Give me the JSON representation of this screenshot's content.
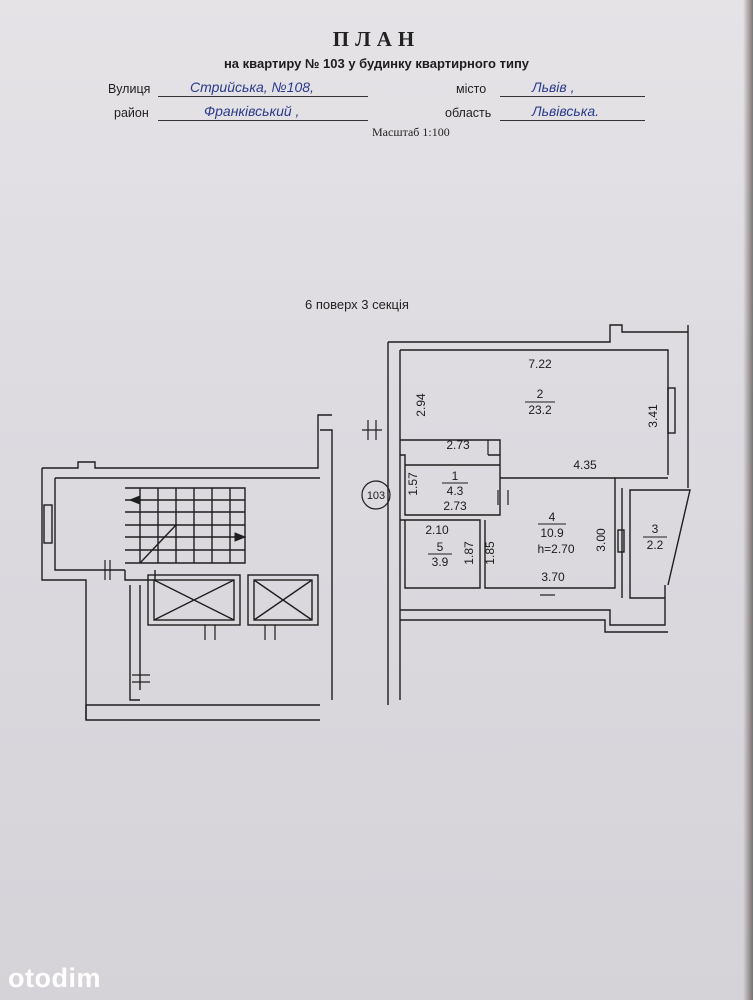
{
  "header": {
    "title": "ПЛАН",
    "subtitle": "на квартиру  № 103 у  будинку квартирного типу",
    "street_label": "Вулиця",
    "street_value": "Стрийська, №108,",
    "city_label": "місто",
    "city_value": "Львів ,",
    "district_label": "район",
    "district_value": "Франківський ,",
    "region_label": "область",
    "region_value": "Львівська.",
    "scale": "Масштаб 1:100"
  },
  "floor_info": "6 поверх  3 секція",
  "apartment_number": "103",
  "rooms": [
    {
      "number": "1",
      "area": "4.3",
      "dims": [
        "1.57",
        "2.73"
      ]
    },
    {
      "number": "2",
      "area": "23.2",
      "dims": [
        "7.22",
        "2.94",
        "3.41",
        "2.73",
        "4.35"
      ]
    },
    {
      "number": "3",
      "area": "2.2",
      "dims": []
    },
    {
      "number": "4",
      "area": "10.9",
      "height": "h=2.70",
      "dims": [
        "3.00",
        "3.70",
        "1.85"
      ]
    },
    {
      "number": "5",
      "area": "3.9",
      "dims": [
        "2.10",
        "1.87"
      ]
    }
  ],
  "watermark": "otodim",
  "colors": {
    "paper": "#e1dfe3",
    "ink": "#1b1b1b",
    "handwriting": "#2a3a8a",
    "background": "#2a2623"
  }
}
